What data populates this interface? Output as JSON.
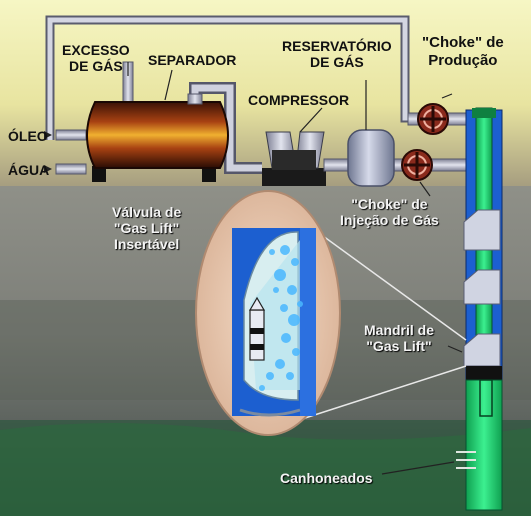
{
  "labels": {
    "gas_excess": [
      "EXCESSO",
      "DE GÁS"
    ],
    "separator": "SEPARADOR",
    "gas_reservoir": [
      "RESERVATÓRIO",
      "DE GÁS"
    ],
    "production_choke": [
      "\"Choke\" de",
      "Produção"
    ],
    "compressor": "COMPRESSOR",
    "oil": "ÓLEO",
    "water": "ÁGUA",
    "injection_choke": [
      "\"Choke\" de",
      "Injeção de Gás"
    ],
    "insertable_valve": [
      "Válvula de",
      "\"Gas Lift\"",
      "Insertável"
    ],
    "gas_lift_mandrel": [
      "Mandril de",
      "\"Gas Lift\""
    ],
    "perforations": "Canhoneados"
  },
  "colors": {
    "sky_top": "#f7f7b0",
    "sky_bottom": "#9a9278",
    "ground": "#8c8e84",
    "pipe": "#b6b8c8",
    "tank": "#c85a1c",
    "tubing_green": "#1fd070",
    "casing_blue": "#1c5fd0",
    "choke_handle": "#c0392b",
    "inset": "#e8c8b0"
  }
}
